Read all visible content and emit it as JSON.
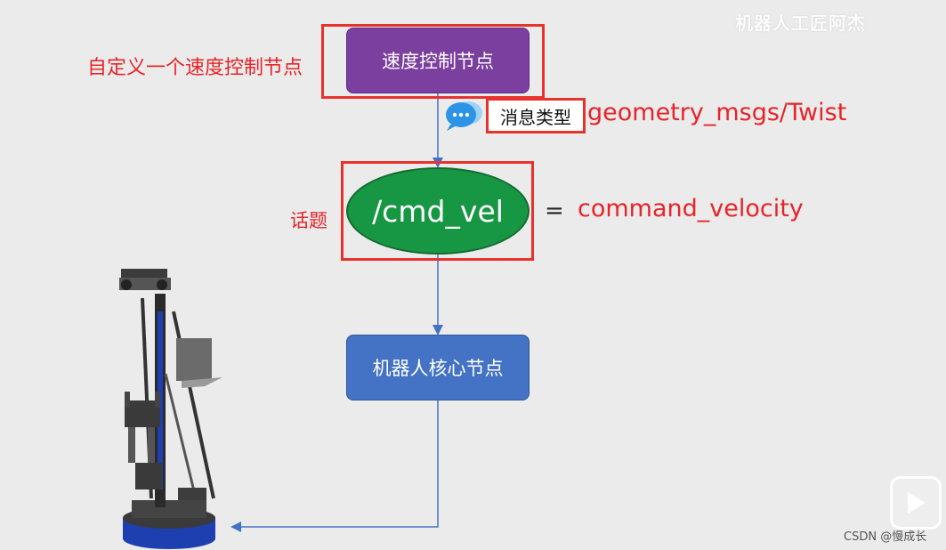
{
  "watermark": "机器人工匠阿杰",
  "labels": {
    "custom_node": "自定义一个速度控制节点",
    "topic": "话题"
  },
  "nodes": {
    "speed_control": "速度控制节点",
    "topic_name": "/cmd_vel",
    "robot_core": "机器人核心节点"
  },
  "message": {
    "label": "消息类型",
    "type": "geometry_msgs/Twist"
  },
  "equals": "=",
  "topic_expansion": "command_velocity",
  "footer": {
    "csdn": "CSDN @慢成长"
  },
  "colors": {
    "background": "#ebebeb",
    "speed_control_node": "#7a3f9f",
    "topic_ellipse": "#179743",
    "robot_core_node": "#4472c4",
    "highlight_red": "#e8322e",
    "connector": "#4472c4"
  },
  "icons": [
    "chat-bubble-icon",
    "robot-illustration",
    "play-badge-icon"
  ]
}
